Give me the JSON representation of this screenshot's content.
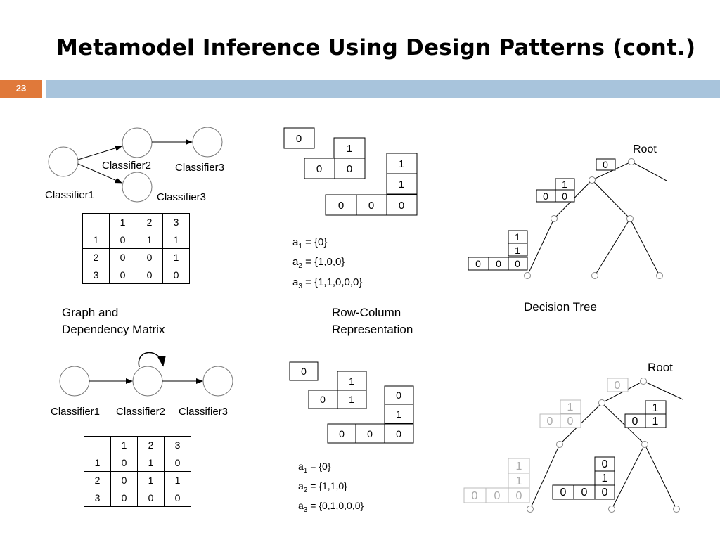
{
  "slide": {
    "title": "Metamodel Inference Using Design Patterns (cont.)",
    "number": "23",
    "accent_color": "#e0793a",
    "bar_color": "#a8c4dc"
  },
  "top": {
    "graph": {
      "c1": "Classifier1",
      "c2": "Classifier2",
      "c3a": "Classifier3",
      "c3b": "Classifier3"
    },
    "matrix": {
      "header": [
        "",
        "1",
        "2",
        "3"
      ],
      "rows": [
        [
          "1",
          "0",
          "1",
          "1"
        ],
        [
          "2",
          "0",
          "0",
          "1"
        ],
        [
          "3",
          "0",
          "0",
          "0"
        ]
      ]
    },
    "caption1": "Graph and",
    "caption2": "Dependency Matrix",
    "rc": {
      "c1": "0",
      "c2a": "1",
      "c2b": "0",
      "c2c": "0",
      "c3a": "1",
      "c3b": "1",
      "c3c": "0",
      "c3d": "0",
      "c3e": "0"
    },
    "eq": {
      "a1_pre": "a",
      "a1_sub": "1",
      "a1_post": " = {0}",
      "a2_pre": "a",
      "a2_sub": "2",
      "a2_post": " = {1,0,0}",
      "a3_pre": "a",
      "a3_sub": "3",
      "a3_post": " = {1,1,0,0,0}"
    },
    "rc_caption1": "Row-Column",
    "rc_caption2": "Representation",
    "tree": {
      "root": "Root",
      "caption": "Decision Tree",
      "n0": "0",
      "n1a": "1",
      "n1b": "0",
      "n1c": "0",
      "n2a": "1",
      "n2b": "1",
      "n2c": "0",
      "n2d": "0",
      "n2e": "0"
    }
  },
  "bottom": {
    "graph": {
      "c1": "Classifier1",
      "c2": "Classifier2",
      "c3": "Classifier3"
    },
    "matrix": {
      "header": [
        "",
        "1",
        "2",
        "3"
      ],
      "rows": [
        [
          "1",
          "0",
          "1",
          "0"
        ],
        [
          "2",
          "0",
          "1",
          "1"
        ],
        [
          "3",
          "0",
          "0",
          "0"
        ]
      ]
    },
    "rc": {
      "c1": "0",
      "c2a": "1",
      "c2b": "0",
      "c2c": "1",
      "c3a": "0",
      "c3b": "1",
      "c3c": "0",
      "c3d": "0",
      "c3e": "0"
    },
    "eq": {
      "a1_pre": "a",
      "a1_sub": "1",
      "a1_post": " = {0}",
      "a2_pre": "a",
      "a2_sub": "2",
      "a2_post": " = {1,1,0}",
      "a3_pre": "a",
      "a3_sub": "3",
      "a3_post": " = {0,1,0,0,0}"
    },
    "tree": {
      "root": "Root",
      "g0": "0",
      "g1a": "1",
      "g1b": "0",
      "g1c": "0",
      "g2a": "1",
      "g2b": "1",
      "g2c": "0",
      "g2d": "0",
      "g2e": "0",
      "r1a": "1",
      "r1b": "0",
      "r1c": "1",
      "b2a": "0",
      "b2b": "1",
      "b2c": "0",
      "b2d": "0",
      "b2e": "0"
    }
  }
}
